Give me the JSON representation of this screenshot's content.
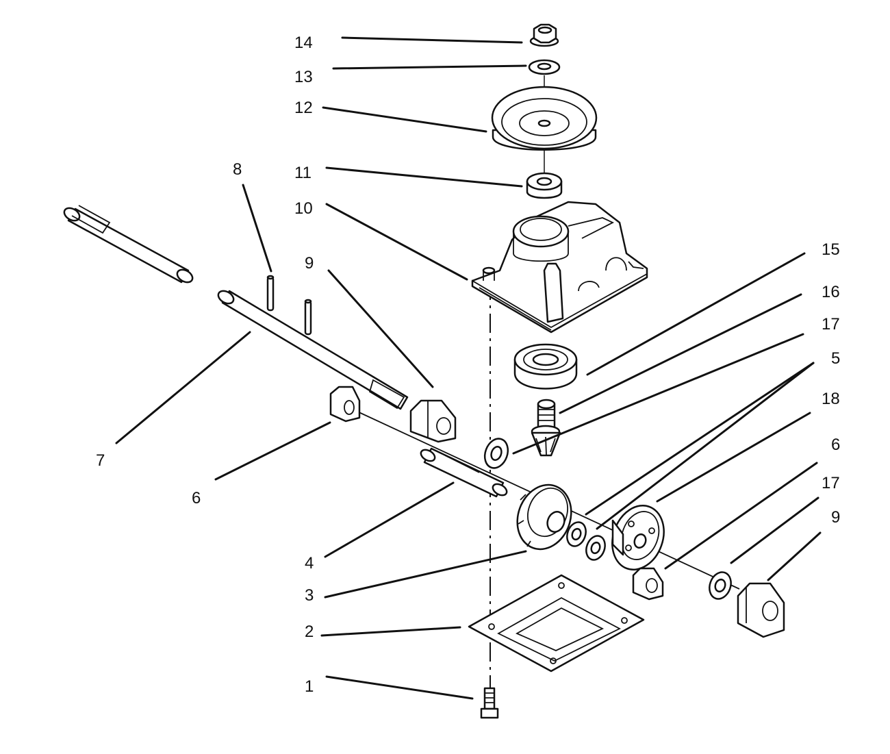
{
  "callouts": [
    {
      "id": "c14",
      "text": "14",
      "part": "flange-nut"
    },
    {
      "id": "c13",
      "text": "13",
      "part": "washer"
    },
    {
      "id": "c12",
      "text": "12",
      "part": "pulley"
    },
    {
      "id": "c11",
      "text": "11",
      "part": "spacer"
    },
    {
      "id": "c10",
      "text": "10",
      "part": "gear-case-housing"
    },
    {
      "id": "c8",
      "text": "8",
      "part": "roll-pins"
    },
    {
      "id": "c9a",
      "text": "9",
      "part": "bushing"
    },
    {
      "id": "c7",
      "text": "7",
      "part": "axle-shaft"
    },
    {
      "id": "c6a",
      "text": "6",
      "part": "bushing"
    },
    {
      "id": "c15",
      "text": "15",
      "part": "ball-bearing"
    },
    {
      "id": "c16",
      "text": "16",
      "part": "input-pinion-shaft"
    },
    {
      "id": "c17a",
      "text": "17",
      "part": "thrust-washer"
    },
    {
      "id": "c5",
      "text": "5",
      "part": "thrust-washers"
    },
    {
      "id": "c18",
      "text": "18",
      "part": "spur-gear"
    },
    {
      "id": "c6b",
      "text": "6",
      "part": "bushing"
    },
    {
      "id": "c17b",
      "text": "17",
      "part": "thrust-washer"
    },
    {
      "id": "c9b",
      "text": "9",
      "part": "bushing"
    },
    {
      "id": "c4",
      "text": "4",
      "part": "drive-shaft"
    },
    {
      "id": "c3",
      "text": "3",
      "part": "bevel-gear"
    },
    {
      "id": "c2",
      "text": "2",
      "part": "gear-case-cover"
    },
    {
      "id": "c1",
      "text": "1",
      "part": "screw"
    }
  ]
}
